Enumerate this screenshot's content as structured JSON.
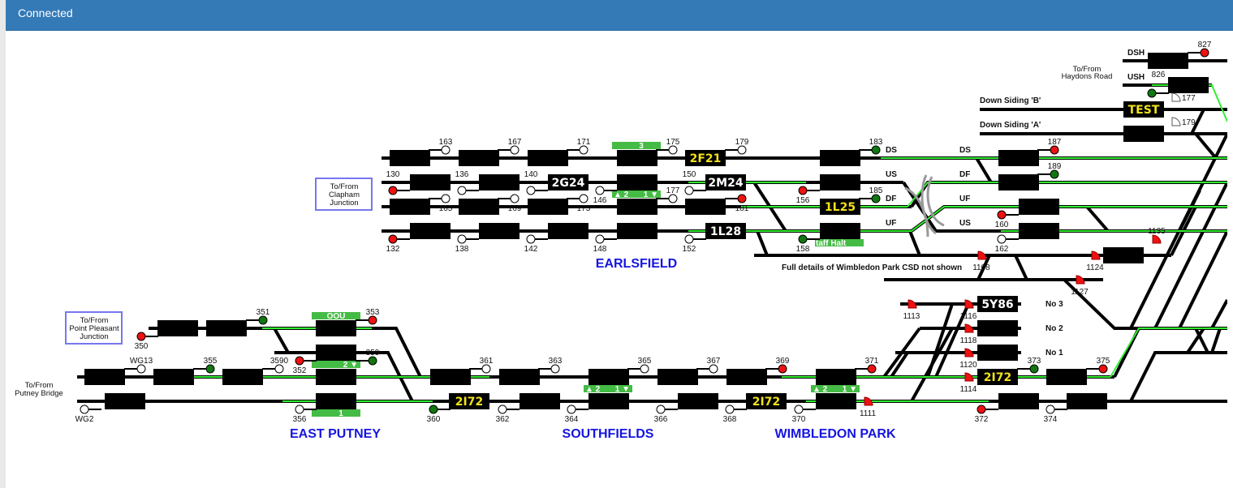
{
  "header": {
    "status": "Connected",
    "color": "#337ab7"
  },
  "colors": {
    "route": "#33ee33",
    "red": "#ee1111",
    "green": "#117711",
    "white": "#ffffff",
    "platform": "#44bb44",
    "station": "#1515e0",
    "train_yellow": "#f2e21b",
    "train_white": "#ffffff"
  },
  "boxes": {
    "clapham": [
      "To/From",
      "Clapham",
      "Junction"
    ],
    "point_pleasant": [
      "To/From",
      "Point Pleasant",
      "Junction"
    ]
  },
  "labels": {
    "putney_bridge": [
      "To/From",
      "Putney Bridge"
    ],
    "haydons_road": [
      "To/From",
      "Haydons Road"
    ],
    "csd_note": "Full details of Wimbledon Park CSD not shown",
    "down_siding_b": "Down Siding 'B'",
    "down_siding_a": "Down Siding 'A'",
    "dsh": "DSH",
    "ush": "USH",
    "ds1": "DS",
    "us1": "US",
    "df1": "DF",
    "uf1": "UF",
    "ds2": "DS",
    "df2": "DF",
    "uf2": "UF",
    "us2": "US",
    "no3": "No 3",
    "no2": "No 2",
    "no1": "No 1"
  },
  "stations": {
    "earlsfield": "EARLSFIELD",
    "east_putney": "EAST PUTNEY",
    "southfields": "SOUTHFIELDS",
    "wimbledon_park": "WIMBLEDON PARK"
  },
  "platforms": {
    "earlsfield_3": "3",
    "earlsfield_2": "▲ 2",
    "earlsfield_1": "1 ▼",
    "staff_halt": "taff Halt",
    "east_putney_oou": "OOU",
    "east_putney_2": "2 ▼",
    "east_putney_1": "1",
    "southfields_2": "▲ 2",
    "southfields_1": "1 ▼",
    "wimbledon_park_2": "▲ 2",
    "wimbledon_park_1": "1 ▼"
  },
  "trains": [
    {
      "id": "2F21",
      "color": "yellow"
    },
    {
      "id": "2G24",
      "color": "white"
    },
    {
      "id": "2M24",
      "color": "white"
    },
    {
      "id": "1L25",
      "color": "yellow"
    },
    {
      "id": "1L28",
      "color": "white"
    },
    {
      "id": "TEST",
      "color": "yellow"
    },
    {
      "id": "5Y86",
      "color": "white"
    },
    {
      "id": "2I72",
      "color": "yellow"
    },
    {
      "id": "2I72",
      "color": "yellow"
    },
    {
      "id": "2I72",
      "color": "yellow"
    }
  ],
  "signals": [
    {
      "id": "163",
      "aspect": "white"
    },
    {
      "id": "167",
      "aspect": "white"
    },
    {
      "id": "171",
      "aspect": "white"
    },
    {
      "id": "175",
      "aspect": "white"
    },
    {
      "id": "179",
      "aspect": "white"
    },
    {
      "id": "183",
      "aspect": "green"
    },
    {
      "id": "130",
      "aspect": "red"
    },
    {
      "id": "136",
      "aspect": "white"
    },
    {
      "id": "140",
      "aspect": "white"
    },
    {
      "id": "146",
      "aspect": "white"
    },
    {
      "id": "150",
      "aspect": "white"
    },
    {
      "id": "156",
      "aspect": "red"
    },
    {
      "id": "165",
      "aspect": "white"
    },
    {
      "id": "169",
      "aspect": "white"
    },
    {
      "id": "173",
      "aspect": "white"
    },
    {
      "id": "177",
      "aspect": "white"
    },
    {
      "id": "181",
      "aspect": "red"
    },
    {
      "id": "185",
      "aspect": "green"
    },
    {
      "id": "132",
      "aspect": "red"
    },
    {
      "id": "138",
      "aspect": "white"
    },
    {
      "id": "142",
      "aspect": "white"
    },
    {
      "id": "148",
      "aspect": "white"
    },
    {
      "id": "152",
      "aspect": "white"
    },
    {
      "id": "158",
      "aspect": "green"
    },
    {
      "id": "187",
      "aspect": "red"
    },
    {
      "id": "189",
      "aspect": "green"
    },
    {
      "id": "160",
      "aspect": "red"
    },
    {
      "id": "162",
      "aspect": "white"
    },
    {
      "id": "827",
      "aspect": "red"
    },
    {
      "id": "826",
      "aspect": "green"
    },
    {
      "id": "350",
      "aspect": "red"
    },
    {
      "id": "351",
      "aspect": "green"
    },
    {
      "id": "353",
      "aspect": "red"
    },
    {
      "id": "352",
      "aspect": "red"
    },
    {
      "id": "359",
      "aspect": "green"
    },
    {
      "id": "WG13",
      "aspect": "white"
    },
    {
      "id": "355",
      "aspect": "green"
    },
    {
      "id": "3590",
      "aspect": "white"
    },
    {
      "id": "WG2",
      "aspect": "white"
    },
    {
      "id": "356",
      "aspect": "white"
    },
    {
      "id": "361",
      "aspect": "white"
    },
    {
      "id": "363",
      "aspect": "white"
    },
    {
      "id": "365",
      "aspect": "white"
    },
    {
      "id": "367",
      "aspect": "white"
    },
    {
      "id": "369",
      "aspect": "red"
    },
    {
      "id": "371",
      "aspect": "red"
    },
    {
      "id": "373",
      "aspect": "green"
    },
    {
      "id": "375",
      "aspect": "red"
    },
    {
      "id": "360",
      "aspect": "green"
    },
    {
      "id": "362",
      "aspect": "white"
    },
    {
      "id": "364",
      "aspect": "white"
    },
    {
      "id": "366",
      "aspect": "white"
    },
    {
      "id": "368",
      "aspect": "white"
    },
    {
      "id": "370",
      "aspect": "white"
    },
    {
      "id": "372",
      "aspect": "red"
    },
    {
      "id": "374",
      "aspect": "white"
    }
  ],
  "shunt_signals": [
    {
      "id": "177",
      "state": "off"
    },
    {
      "id": "179",
      "state": "off"
    },
    {
      "id": "1135",
      "state": "on"
    },
    {
      "id": "1108",
      "state": "on"
    },
    {
      "id": "1124",
      "state": "on"
    },
    {
      "id": "1127",
      "state": "on"
    },
    {
      "id": "1113",
      "state": "on"
    },
    {
      "id": "1116",
      "state": "on"
    },
    {
      "id": "1118",
      "state": "on"
    },
    {
      "id": "1120",
      "state": "on"
    },
    {
      "id": "1114",
      "state": "on"
    },
    {
      "id": "1111",
      "state": "on"
    }
  ]
}
